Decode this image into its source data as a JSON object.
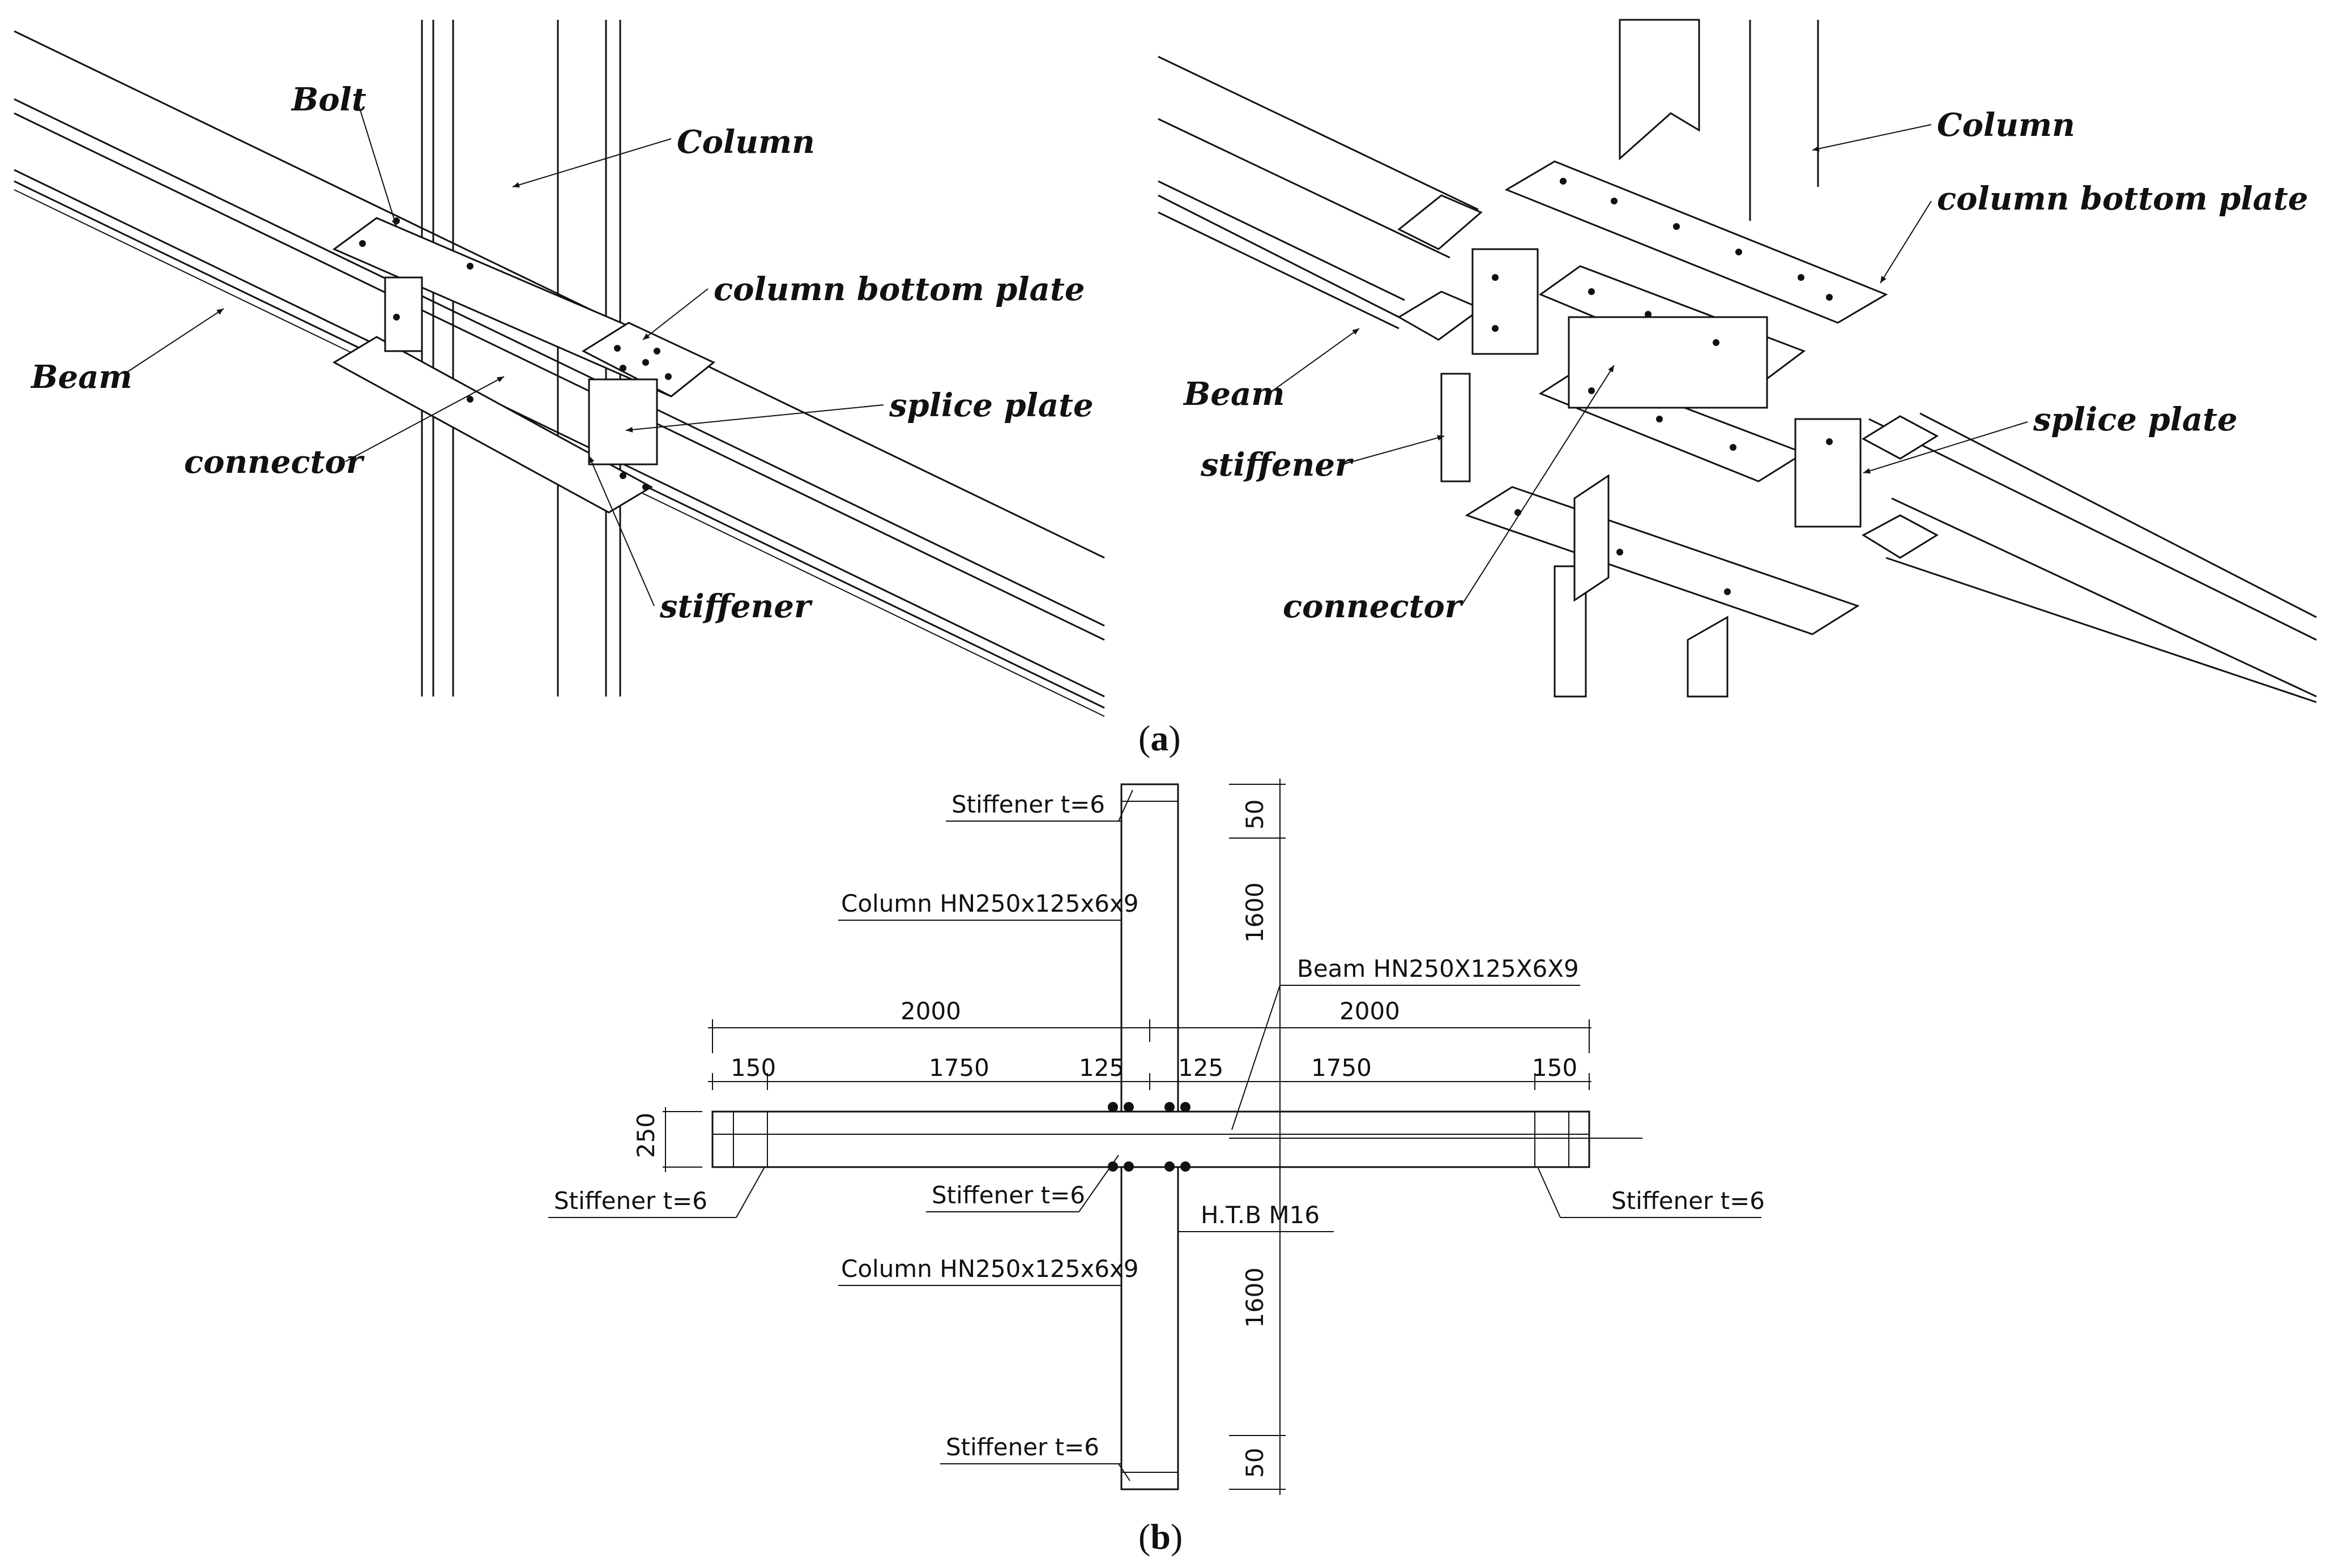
{
  "panel_a": {
    "left_labels": {
      "bolt": "Bolt",
      "column": "Column",
      "column_bottom_plate": "column bottom plate",
      "beam": "Beam",
      "splice_plate": "splice plate",
      "connector": "connector",
      "stiffener": "stiffener"
    },
    "right_labels": {
      "column": "Column",
      "column_bottom_plate": "column bottom plate",
      "beam": "Beam",
      "splice_plate": "splice plate",
      "stiffener": "stiffener",
      "connector": "connector"
    },
    "caption_open": "(",
    "caption_letter": "a",
    "caption_close": ")"
  },
  "panel_b": {
    "stiffener_top": "Stiffener t=6",
    "column_top": "Column HN250x125x6x9",
    "beam": "Beam HN250X125X6X9",
    "stiffener_left": "Stiffener t=6",
    "stiffener_mid": "Stiffener t=6",
    "htb": "H.T.B M16",
    "stiffener_right": "Stiffener t=6",
    "column_bottom": "Column HN250x125x6x9",
    "stiffener_bottom": "Stiffener t=6",
    "dims": {
      "top_50": "50",
      "top_1600": "1600",
      "left_2000": "2000",
      "right_2000": "2000",
      "left_150": "150",
      "left_1750": "1750",
      "left_125": "125",
      "right_125": "125",
      "right_1750": "1750",
      "right_150": "150",
      "depth_250": "250",
      "bottom_1600": "1600",
      "bottom_50": "50"
    },
    "caption_open": "(",
    "caption_letter": "b",
    "caption_close": ")"
  }
}
